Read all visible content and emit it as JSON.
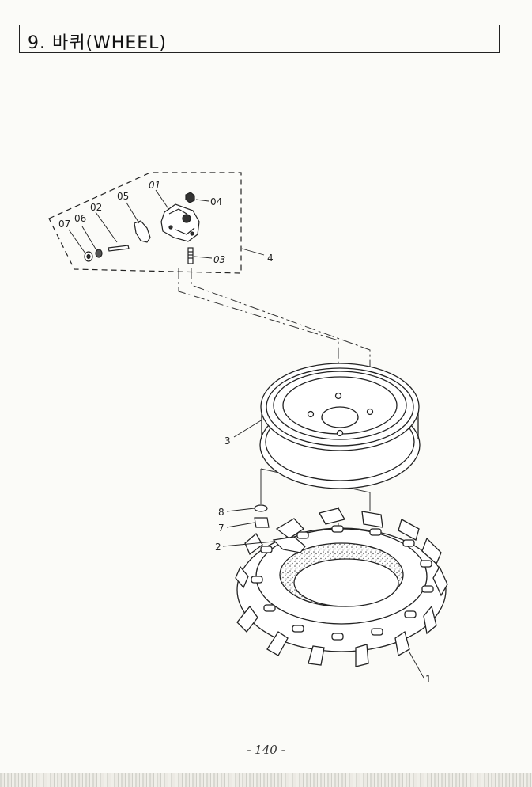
{
  "header": {
    "section_title": "9. 바퀴(WHEEL)"
  },
  "callouts": {
    "p01": "01",
    "p02": "02",
    "p03": "03",
    "p04": "04",
    "p05": "05",
    "p06": "06",
    "p07": "07",
    "p4": "4",
    "p3": "3",
    "p8": "8",
    "p7": "7",
    "p2": "2",
    "p1": "1"
  },
  "footer": {
    "page_number": "- 140 -"
  }
}
